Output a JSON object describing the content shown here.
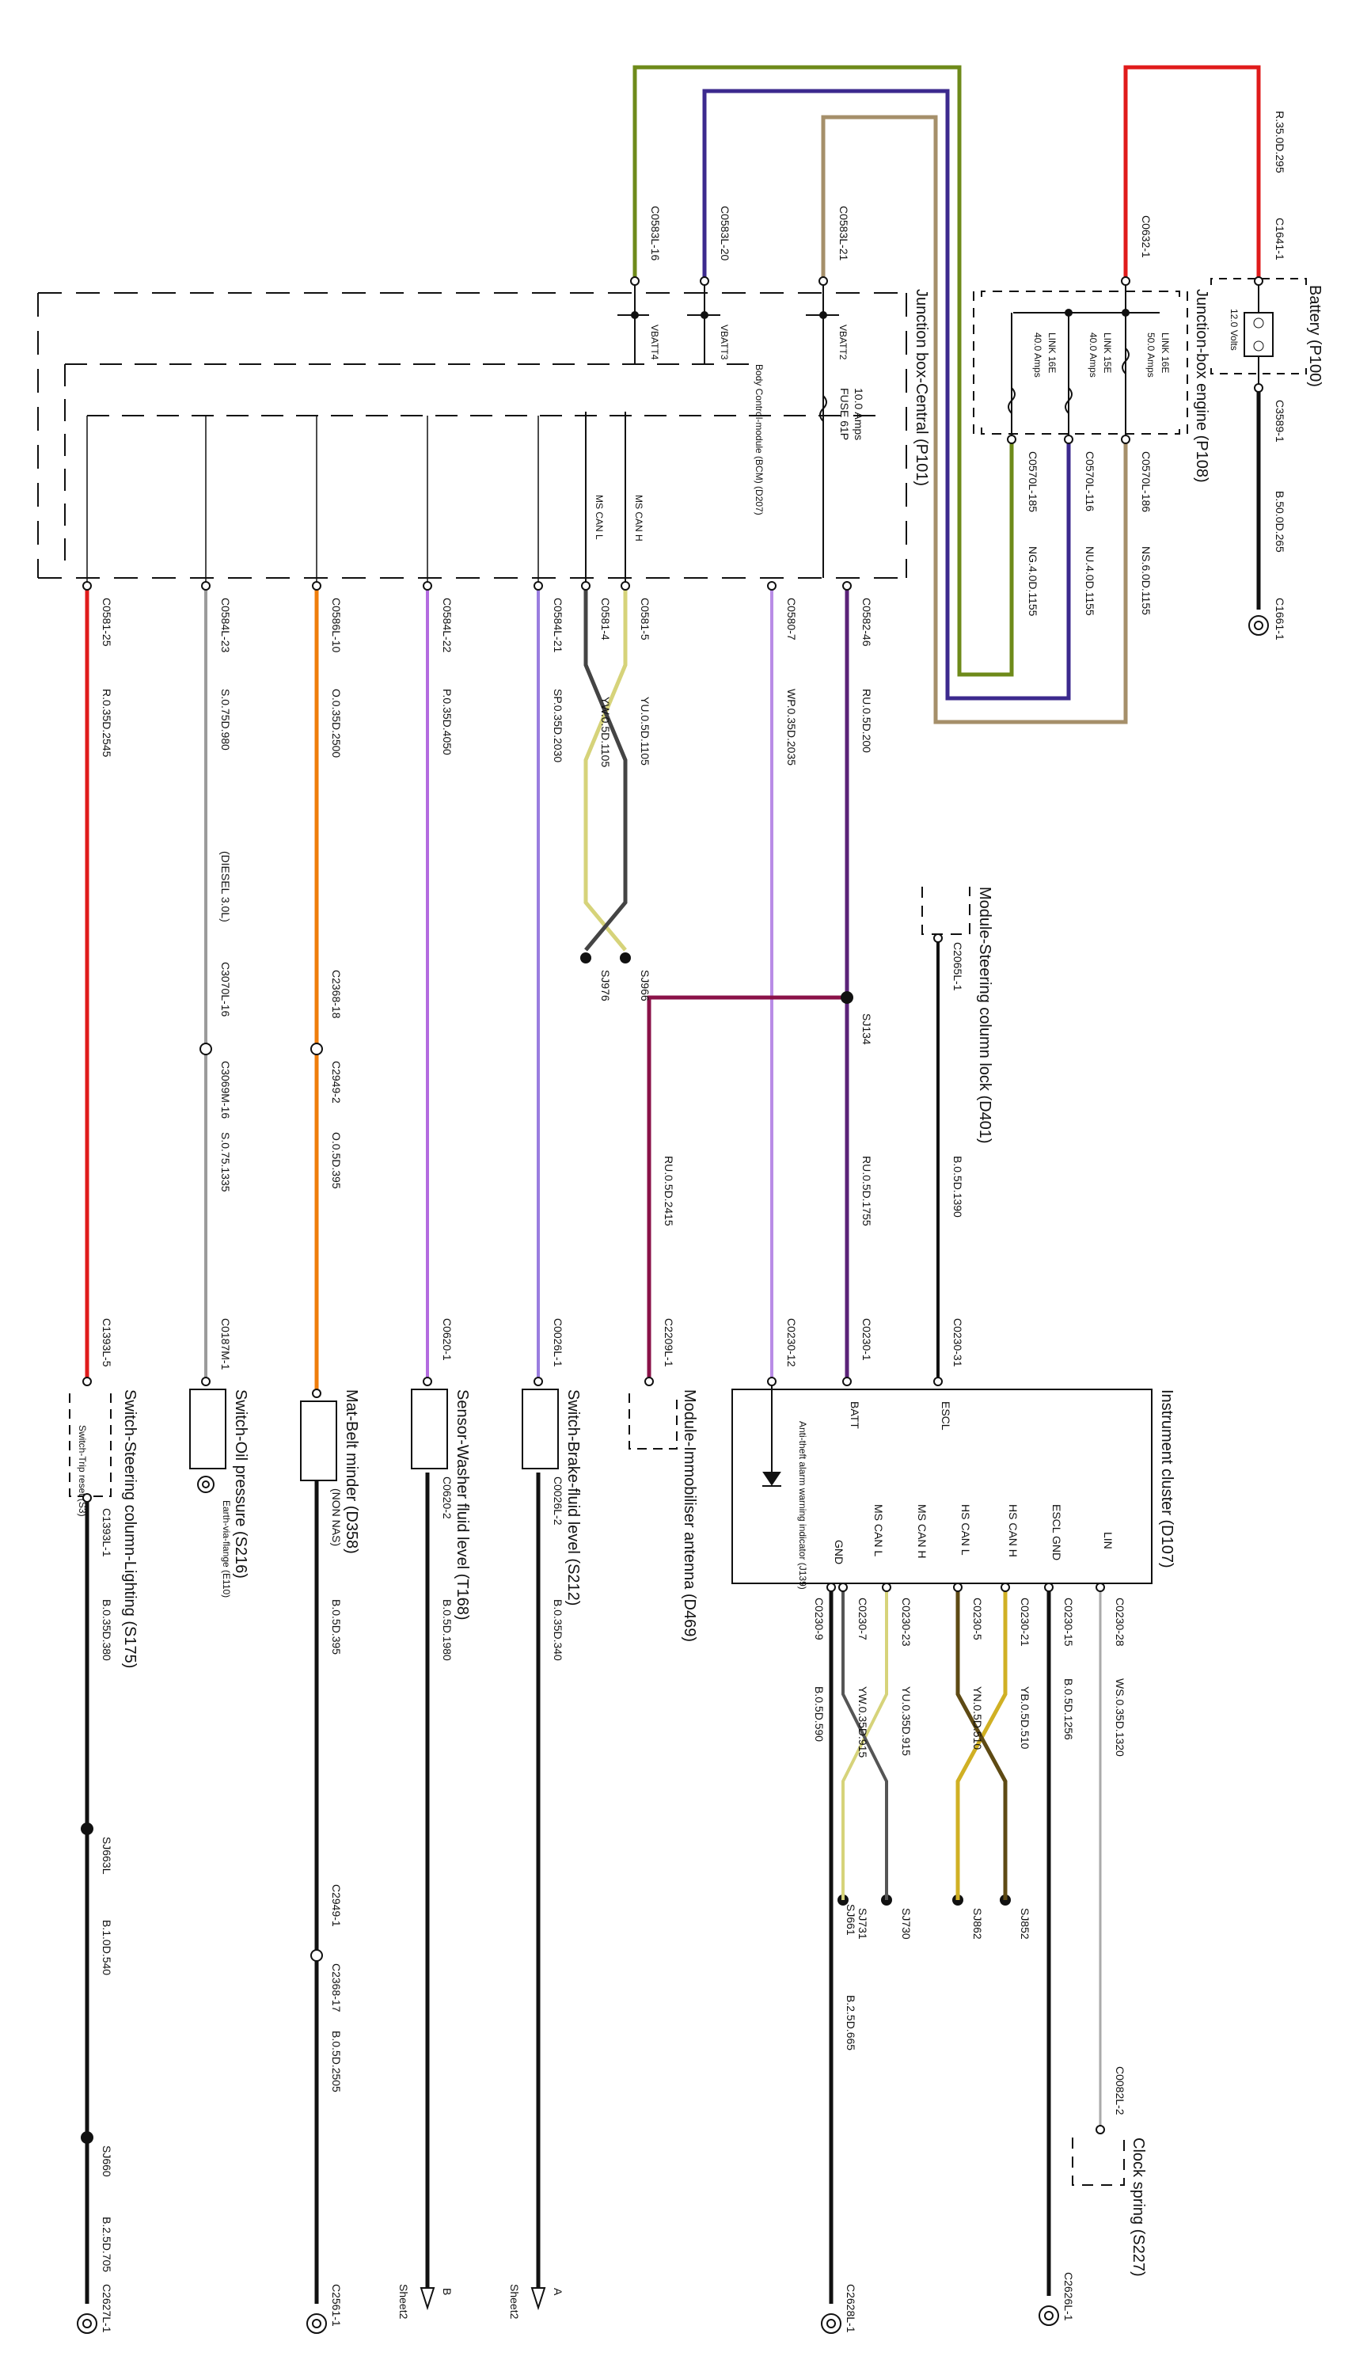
{
  "top": {
    "r1": "R.35.0D.295",
    "c1641": "C1641-1",
    "battery_title": "Battery (P100)",
    "battery_volts": "12.0 Volts",
    "c3589": "C3589-1",
    "b50": "B.50.0D.265",
    "c1661": "C1661-1"
  },
  "jbe": {
    "title": "Junction-box engine (P108)",
    "c0632": "C0632-1",
    "link16e_top": "LINK 16E",
    "amps50": "50.0 Amps",
    "link15e": "LINK 15E",
    "amps40a": "40.0 Amps",
    "link16e_bot": "LINK 16E",
    "amps40b": "40.0 Amps",
    "c0570_186": "C0570L-186",
    "c0570_116": "C0570L-116",
    "c0570_185": "C0570L-185",
    "ns": "NS.6.0D.1155",
    "nu": "NU.4.0D.1155",
    "ng": "NG.4.0D.1155"
  },
  "jbc": {
    "title": "Junction box-Central (P101)",
    "c0583_16": "C0583L-16",
    "c0583_20": "C0583L-20",
    "c0583_21": "C0583L-21",
    "vbatt4": "VBATT4",
    "vbatt3": "VBATT3",
    "vbatt2": "VBATT2",
    "bcm": "Body Control-module (BCM) (D207)",
    "fuse": "FUSE 61P",
    "fuse_amps": "10.0 Amps",
    "mscanh": "MS CAN H",
    "mscanl": "MS CAN L"
  },
  "left_wires": {
    "c0581_25": "C0581-25",
    "r035": "R.0.35D.2545",
    "c0584_23": "C0584L-23",
    "s075": "S.0.75D.980",
    "diesel": "(DIESEL 3.0L)",
    "c3070": "C3070L-16",
    "c3069": "C3069M-16",
    "s075b": "S.0.75.1335",
    "c0586": "C0586L-10",
    "o035": "O.0.35D.2500",
    "c2368_18": "C2368-18",
    "c2949_2": "C2949-2",
    "o05": "O.0.5D.395",
    "c0584_22": "C0584L-22",
    "p035": "P.0.35D.4050",
    "c0584_21": "C0584L-21",
    "sp035": "SP.0.35D.2030",
    "c0581_4": "C0581-4",
    "c0581_5": "C0581-5",
    "yw05": "YW.0.5D.1105",
    "yu05": "YU.0.5D.1105",
    "sj976": "SJ976",
    "sj966": "SJ966",
    "c0580_7": "C0580-7",
    "wp035": "WP.0.35D.2035",
    "c0582_46": "C0582-46",
    "ru05": "RU.0.5D.200"
  },
  "steering_lock": {
    "title": "Module-Steering column lock (D401)",
    "c2065": "C2065L-1",
    "b05": "B.0.5D.1390",
    "c0230_31": "C0230-31"
  },
  "mid": {
    "sj134": "SJ134",
    "ru_2415": "RU.0.5D.2415",
    "ru_1755": "RU.0.5D.1755",
    "c1393_5": "C1393L-5",
    "c0187": "C0187M-1",
    "c0620_1": "C0620-1",
    "c0026_1": "C0026L-1",
    "c2209": "C2209L-1",
    "c0230_12": "C0230-12",
    "c0230_1": "C0230-1"
  },
  "components": {
    "immob": "Module-Immobiliser antenna (D469)",
    "brake_sw": "Switch-Brake-fluid level (S212)",
    "washer": "Sensor-Washer fluid level (T168)",
    "belt": "Mat-Belt minder (D358)",
    "non_nas": "(NON NAS)",
    "oil": "Switch-Oil pressure (S216)",
    "earth": "Earth-via-flange (E110)",
    "steer_light": "Switch-Steering column-Lighting (S175)",
    "trip": "Switch-Trip reset (S3)"
  },
  "cluster": {
    "title": "Instrument cluster (D107)",
    "escl": "ESCL",
    "batt": "BATT",
    "lin": "LIN",
    "escl_gnd": "ESCL GND",
    "hs_can_h": "HS CAN H",
    "hs_can_l": "HS CAN L",
    "ms_can_h": "MS CAN H",
    "ms_can_l": "MS CAN L",
    "gnd": "GND",
    "alarm": "Anti-theft alarm warning indicator (J139)"
  },
  "bottom": {
    "c0230_28": "C0230-28",
    "ws": "WS.0.35D.1320",
    "c0230_15": "C0230-15",
    "b05_1256": "B.0.5D.1256",
    "c0230_21": "C0230-21",
    "yb": "YB.0.5D.510",
    "c0230_5": "C0230-5",
    "yn": "YN.0.5D.510",
    "c0230_23": "C0230-23",
    "yu035": "YU.0.35D.915",
    "c0230_7": "C0230-7",
    "yw035": "YW.0.35D.915",
    "c0230_9": "C0230-9",
    "b05_590": "B.0.5D.590",
    "sj852": "SJ852",
    "sj862": "SJ862",
    "sj730": "SJ730",
    "sj731": "SJ731",
    "sj661": "SJ661",
    "b25_665": "B.2.5D.665",
    "c0082": "C0082L-2",
    "clock": "Clock spring (S227)",
    "c2628": "C2628L-1",
    "c2626": "C2626L-1",
    "c0026_2": "C0026L-2",
    "b035_340": "B.0.35D.340",
    "c0620_2": "C0620-2",
    "b05_1980": "B.0.5D.1980",
    "b05_395": "B.0.5D.395",
    "c2949_1": "C2949-1",
    "c2368_17": "C2368-17",
    "b05_2505": "B.0.5D.2505",
    "c1393_1": "C1393L-1",
    "b035_380": "B.0.35D.380",
    "sj663": "SJ663L",
    "b10_540": "B.1.0D.540",
    "sj660": "SJ660",
    "b25_705": "B.2.5D.705",
    "c2561": "C2561-1",
    "c2627": "C2627L-1",
    "sheet2a": "Sheet2",
    "sheet2b": "Sheet2",
    "a": "A",
    "b": "B"
  }
}
